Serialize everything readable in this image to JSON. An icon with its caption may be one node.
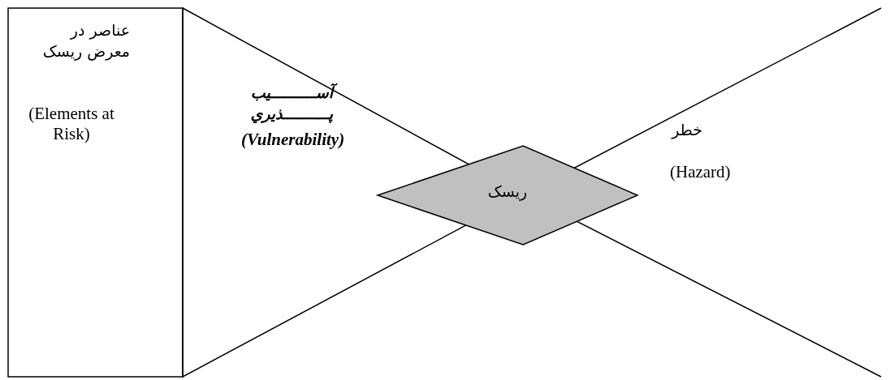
{
  "diagram": {
    "nodes": [
      {
        "text": [
          "عناصر در معرض ريسک",
          "(Elements at Risk)"
        ]
      },
      {
        "text": [
          "آســــــــــيب پــــــــــذيري",
          "(Vulnerability)"
        ]
      },
      {
        "text": [
          "خطر",
          "(Hazard)"
        ]
      },
      {
        "text": [
          "ريسک"
        ]
      }
    ],
    "edges": []
  }
}
